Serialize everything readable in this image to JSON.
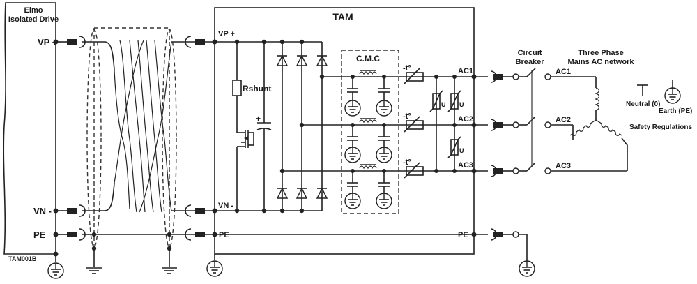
{
  "drive": {
    "title_line1": "Elmo",
    "title_line2": "Isolated Drive",
    "vp": "VP +",
    "vn": "VN -",
    "pe": "PE",
    "code": "TAM001B"
  },
  "tam": {
    "title": "TAM",
    "vp": "VP +",
    "vn": "VN -",
    "pe_left": "PE",
    "pe_right": "PE",
    "rshunt": "Rshunt",
    "cap_plus": "+",
    "cmc": "C.M.C",
    "temp": "-t°",
    "varistor": "U",
    "ac1": "AC1",
    "ac2": "AC2",
    "ac3": "AC3"
  },
  "breaker": {
    "line1": "Circuit",
    "line2": "Breaker"
  },
  "mains": {
    "line1": "Three Phase",
    "line2": "Mains AC network",
    "ac1": "AC1",
    "ac2": "AC2",
    "ac3": "AC3"
  },
  "legend": {
    "neutral": "Neutral (0)",
    "earth": "Earth (PE)",
    "safety": "Safety Regulations"
  }
}
